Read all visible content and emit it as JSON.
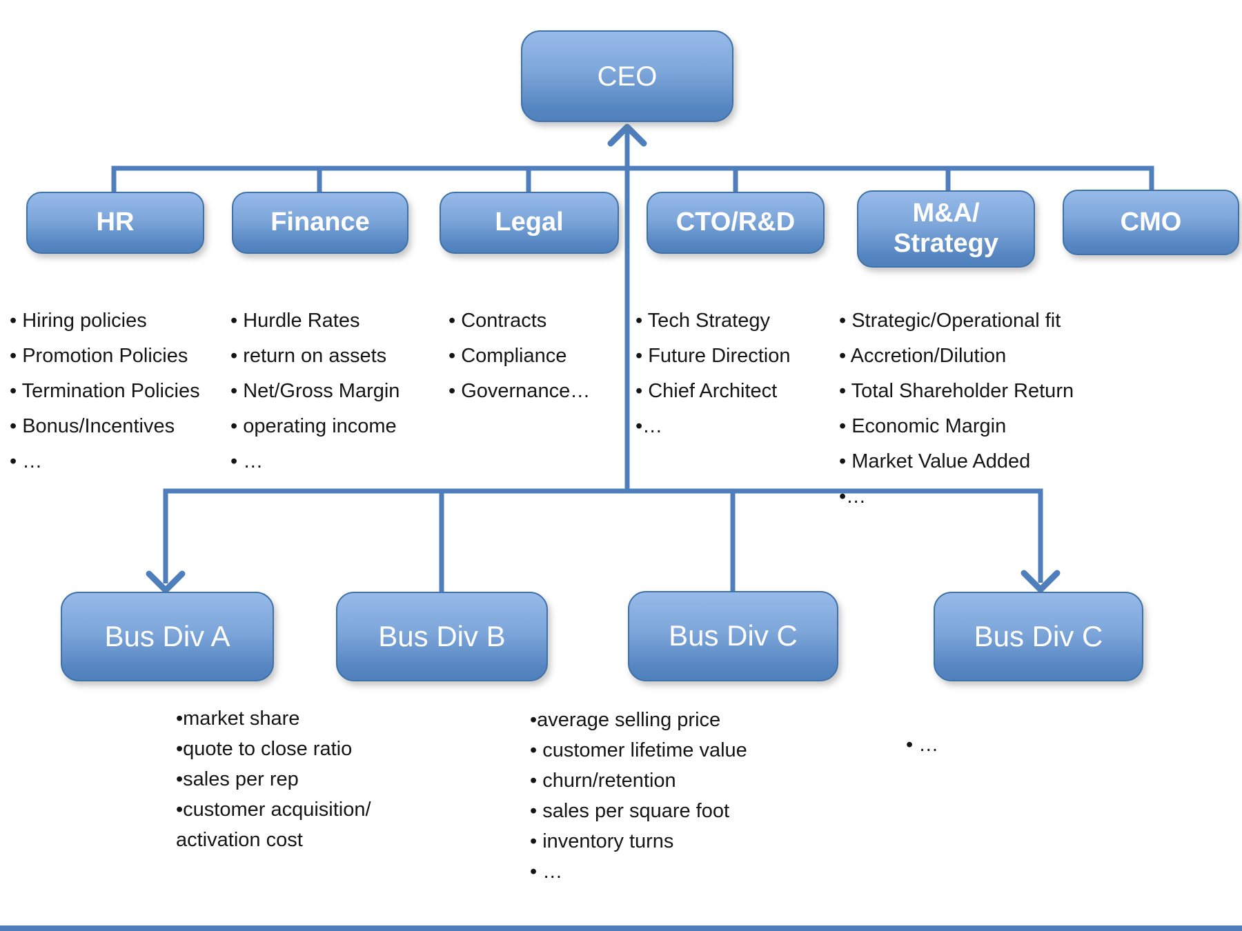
{
  "diagram": {
    "ceo_node": {
      "label": "CEO"
    },
    "level2_nodes": [
      {
        "id": "hr",
        "label": "HR"
      },
      {
        "id": "finance",
        "label": "Finance"
      },
      {
        "id": "legal",
        "label": "Legal"
      },
      {
        "id": "cto-rd",
        "label": "CTO/R&D"
      },
      {
        "id": "ma-strategy",
        "label": "M&A/\nStrategy"
      },
      {
        "id": "cmo",
        "label": "CMO"
      }
    ],
    "level2_lists": {
      "hr": [
        "• Hiring policies",
        "• Promotion Policies",
        "• Termination Policies",
        "• Bonus/Incentives",
        "• …"
      ],
      "finance": [
        "• Hurdle Rates",
        "• return on assets",
        "• Net/Gross Margin",
        "• operating income",
        "• …"
      ],
      "legal": [
        "• Contracts",
        "• Compliance",
        "• Governance…"
      ],
      "cto_rd": [
        "• Tech Strategy",
        "• Future Direction",
        "• Chief Architect",
        "•…"
      ],
      "ma_strategy": [
        "• Strategic/Operational fit",
        "• Accretion/Dilution",
        "• Total Shareholder Return",
        "• Economic Margin",
        "• Market Value Added",
        "•…"
      ]
    },
    "level3_nodes": [
      {
        "id": "bus-div-a",
        "label": "Bus Div A"
      },
      {
        "id": "bus-div-b",
        "label": "Bus Div B"
      },
      {
        "id": "bus-div-c1",
        "label": "Bus Div C"
      },
      {
        "id": "bus-div-c2",
        "label": "Bus Div C"
      }
    ],
    "level3_lists": {
      "bus_div_a": [
        "•market share",
        "•quote to close ratio",
        "•sales per rep",
        "•customer acquisition/",
        "activation cost"
      ],
      "bus_div_c1": [
        "•average selling price",
        "• customer lifetime value",
        "• churn/retention",
        "• sales per square foot",
        "• inventory turns",
        "• …"
      ],
      "bus_div_c2": [
        "• …"
      ]
    },
    "colors": {
      "fill-top": "#97bae9",
      "fill-bottom": "#4f81bd",
      "node-border": "#3f70a6",
      "node-text": "#ffffff",
      "connector": "#4e7fbc",
      "bullet-text": "#141414"
    }
  }
}
